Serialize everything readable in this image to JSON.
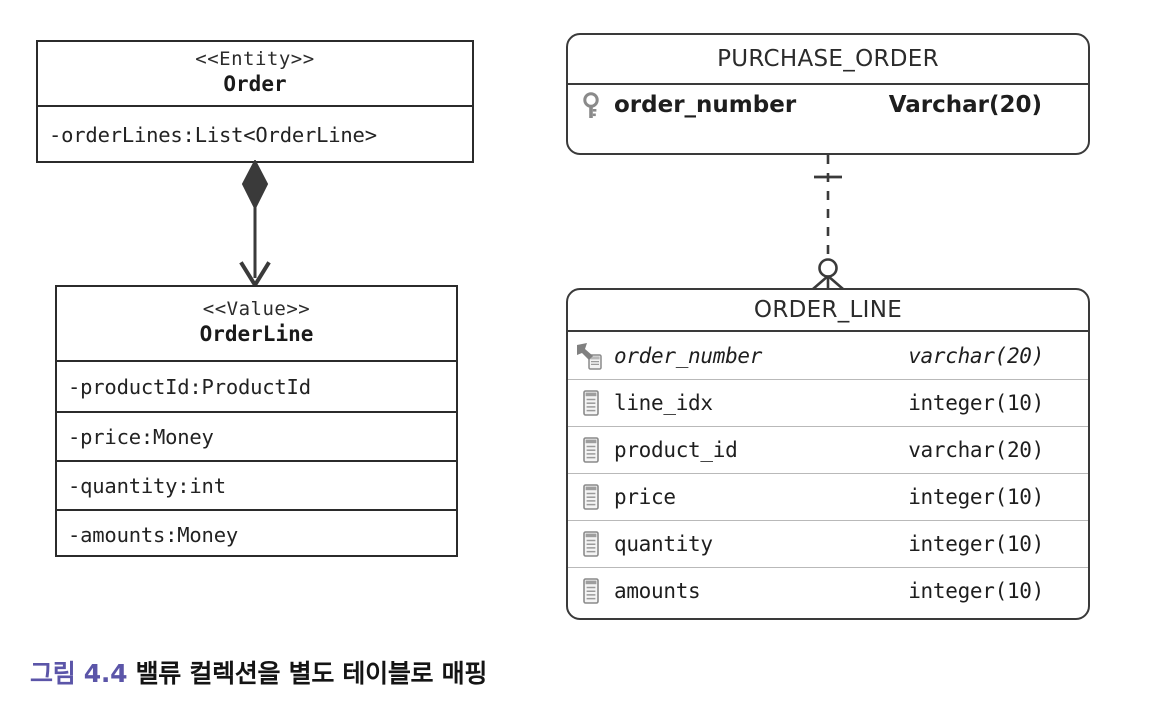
{
  "diagram": {
    "uml": {
      "order": {
        "stereotype": "<<Entity>>",
        "name": "Order",
        "attributes": [
          "-orderLines:List<OrderLine>"
        ]
      },
      "orderline": {
        "stereotype": "<<Value>>",
        "name": "OrderLine",
        "attributes": [
          "-productId:ProductId",
          "-price:Money",
          "-quantity:int",
          "-amounts:Money"
        ]
      },
      "relation": {
        "type": "composition",
        "source_marker": "filled-diamond",
        "target_marker": "open-arrow"
      }
    },
    "erd": {
      "purchase_order": {
        "title": "PURCHASE_ORDER",
        "rows": [
          {
            "icon": "primary-key-icon",
            "column": "order_number",
            "type": "Varchar(20)",
            "key": "pk"
          }
        ]
      },
      "order_line": {
        "title": "ORDER_LINE",
        "rows": [
          {
            "icon": "foreign-key-icon",
            "column": "order_number",
            "type": "varchar(20)",
            "key": "fk"
          },
          {
            "icon": "column-icon",
            "column": "line_idx",
            "type": "integer(10)",
            "key": ""
          },
          {
            "icon": "column-icon",
            "column": "product_id",
            "type": "varchar(20)",
            "key": ""
          },
          {
            "icon": "column-icon",
            "column": "price",
            "type": "integer(10)",
            "key": ""
          },
          {
            "icon": "column-icon",
            "column": "quantity",
            "type": "integer(10)",
            "key": ""
          },
          {
            "icon": "column-icon",
            "column": "amounts",
            "type": "integer(10)",
            "key": ""
          }
        ]
      },
      "relation": {
        "style": "dashed",
        "parent_cardinality": "one",
        "child_cardinality": "zero-or-many"
      }
    },
    "caption": {
      "figure_label": "그림 4.4",
      "text": " 밸류 컬렉션을 별도 테이블로 매핑",
      "figure_color": "#5b55a8"
    }
  }
}
